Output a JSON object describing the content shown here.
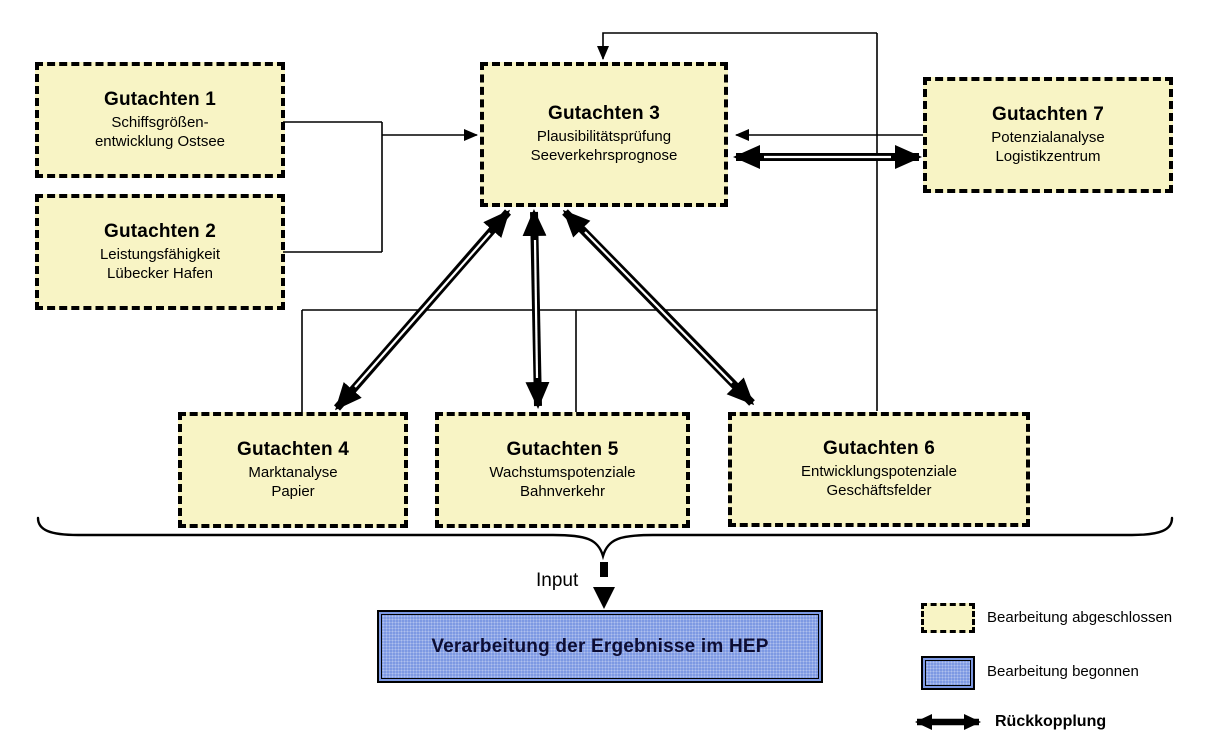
{
  "boxes": {
    "g1": {
      "title": "Gutachten 1",
      "line1": "Schiffsgrößen-",
      "line2": "entwicklung Ostsee"
    },
    "g2": {
      "title": "Gutachten 2",
      "line1": "Leistungsfähigkeit",
      "line2": "Lübecker Hafen"
    },
    "g3": {
      "title": "Gutachten 3",
      "line1": "Plausibilitätsprüfung",
      "line2": "Seeverkehrsprognose"
    },
    "g4": {
      "title": "Gutachten 4",
      "line1": "Marktanalyse",
      "line2": "Papier"
    },
    "g5": {
      "title": "Gutachten 5",
      "line1": "Wachstumspotenziale",
      "line2": "Bahnverkehr"
    },
    "g6": {
      "title": "Gutachten 6",
      "line1": "Entwicklungspotenziale",
      "line2": "Geschäftsfelder"
    },
    "g7": {
      "title": "Gutachten 7",
      "line1": "Potenzialanalyse",
      "line2": "Logistikzentrum"
    }
  },
  "input_label": "Input",
  "process_box": {
    "label": "Verarbeitung der Ergebnisse im HEP"
  },
  "legend": {
    "completed_label": "Bearbeitung abgeschlossen",
    "started_label": "Bearbeitung begonnen",
    "feedback_label": "Rückkopplung"
  },
  "colors": {
    "report_box_fill": "#f8f4c5",
    "process_box_fill": "#7d99e3",
    "line_color": "#000000"
  }
}
